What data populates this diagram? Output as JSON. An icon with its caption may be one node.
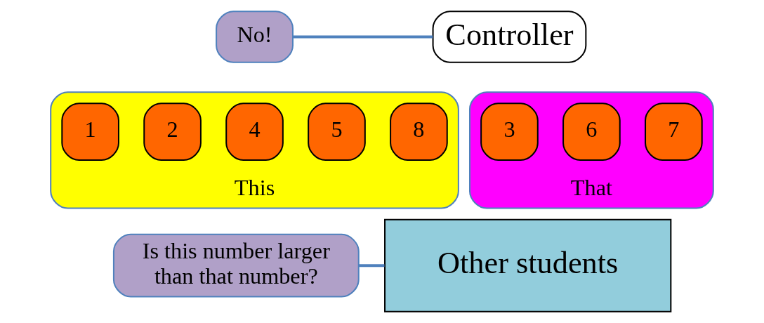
{
  "diagram": {
    "nodes": [
      {
        "text": [
          "No!"
        ]
      },
      {
        "text": [
          "Controller"
        ]
      },
      {
        "text": [
          "This"
        ]
      },
      {
        "text": [
          "1"
        ],
        "in": 2
      },
      {
        "text": [
          "2"
        ],
        "in": 2
      },
      {
        "text": [
          "4"
        ],
        "in": 2
      },
      {
        "text": [
          "5"
        ],
        "in": 2
      },
      {
        "text": [
          "8"
        ],
        "in": 2
      },
      {
        "text": [
          "That"
        ]
      },
      {
        "text": [
          "3"
        ],
        "in": 8
      },
      {
        "text": [
          "6"
        ],
        "in": 8
      },
      {
        "text": [
          "7"
        ],
        "in": 8
      },
      {
        "text": [
          "Is this number larger than that number?"
        ]
      },
      {
        "text": [
          "Other students"
        ]
      }
    ],
    "edges": [
      {
        "from": 0,
        "to": 1,
        "arrow": "none"
      },
      {
        "from": 12,
        "to": 13,
        "arrow": "none"
      }
    ]
  }
}
